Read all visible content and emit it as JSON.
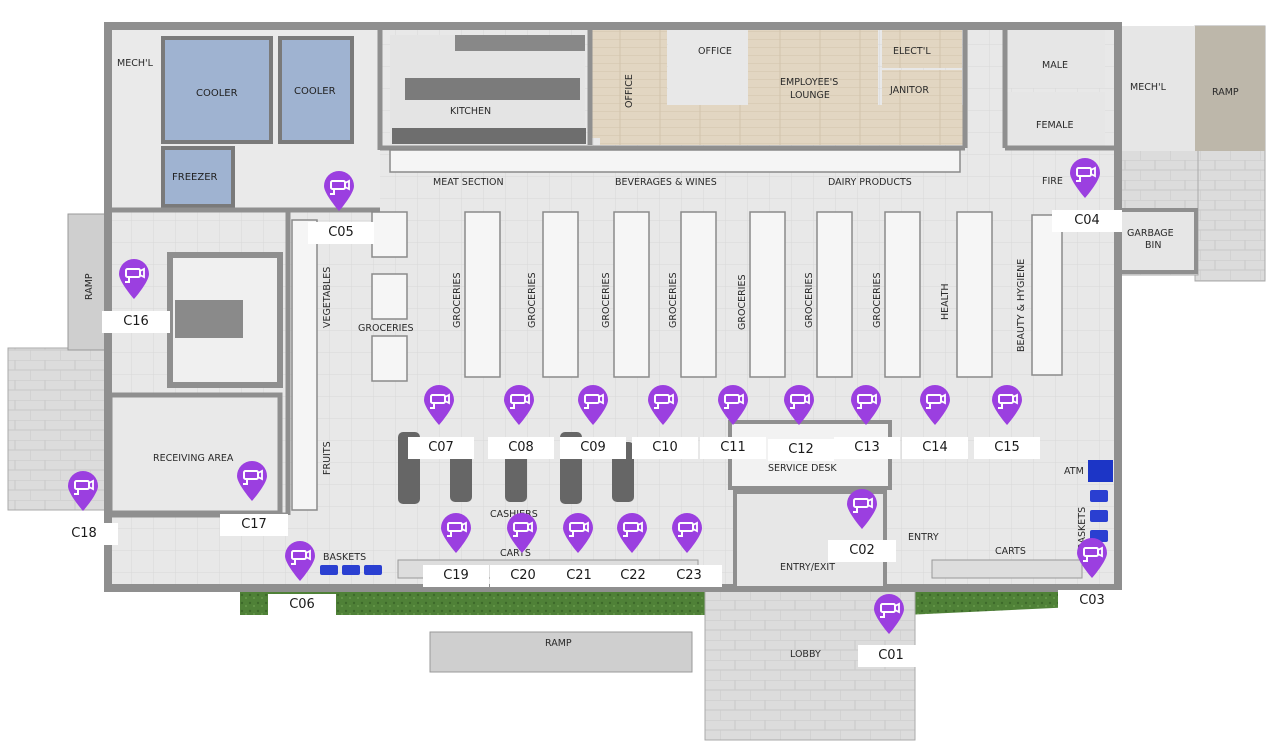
{
  "rooms": {
    "mechl_left": "MECH'L",
    "cooler1": "COOLER",
    "cooler2": "COOLER",
    "freezer": "FREEZER",
    "kitchen": "KITCHEN",
    "office1": "OFFICE",
    "office2": "OFFICE",
    "employee1": "EMPLOYEE'S",
    "employee2": "LOUNGE",
    "electl": "ELECT'L",
    "janitor": "JANITOR",
    "male": "MALE",
    "female": "FEMALE",
    "mechl_right": "MECH'L",
    "ramp_top_right": "RAMP",
    "fire": "FIRE",
    "garbage1": "GARBAGE",
    "garbage2": "BIN",
    "ramp_left": "RAMP",
    "meat": "MEAT SECTION",
    "beverages": "BEVERAGES & WINES",
    "dairy": "DAIRY PRODUCTS",
    "vegetables": "VEGETABLES",
    "fruits": "FRUITS",
    "groceries_front": "GROCERIES",
    "receiving": "RECEIVING AREA",
    "service_desk": "SERVICE DESK",
    "atm": "ATM",
    "baskets_right": "BASKETS",
    "cashiers": "CASHIERS",
    "carts_left": "CARTS",
    "carts_right": "CARTS",
    "baskets_left": "BASKETS",
    "entry": "ENTRY",
    "entry_exit": "ENTRY/EXIT",
    "lobby": "LOBBY",
    "ramp_bottom": "RAMP"
  },
  "aisles": [
    "GROCERIES",
    "GROCERIES",
    "GROCERIES",
    "GROCERIES",
    "GROCERIES",
    "GROCERIES",
    "GROCERIES",
    "HEALTH",
    "BEAUTY & HYGIENE"
  ],
  "cameras": [
    {
      "id": "C01"
    },
    {
      "id": "C02"
    },
    {
      "id": "C03"
    },
    {
      "id": "C04"
    },
    {
      "id": "C05"
    },
    {
      "id": "C06"
    },
    {
      "id": "C07"
    },
    {
      "id": "C08"
    },
    {
      "id": "C09"
    },
    {
      "id": "C10"
    },
    {
      "id": "C11"
    },
    {
      "id": "C12"
    },
    {
      "id": "C13"
    },
    {
      "id": "C14"
    },
    {
      "id": "C15"
    },
    {
      "id": "C16"
    },
    {
      "id": "C17"
    },
    {
      "id": "C18"
    },
    {
      "id": "C19"
    },
    {
      "id": "C20"
    },
    {
      "id": "C21"
    },
    {
      "id": "C22"
    },
    {
      "id": "C23"
    }
  ],
  "colors": {
    "camera_pin": "#9b3fe0",
    "floor": "#e9e9e9",
    "wood": "#ddd2bf",
    "cooler": "#9fb3d1",
    "grass": "#4e7f3a",
    "tile": "#d9d9d9",
    "basket_blue": "#2a3fd1"
  },
  "icons": {
    "camera": "security-camera-icon"
  }
}
